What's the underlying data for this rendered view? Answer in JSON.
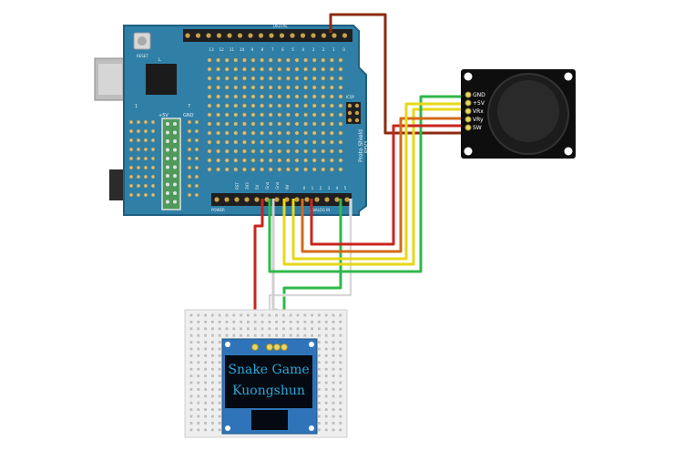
{
  "arduino": {
    "reset_label": "RESET",
    "l_label": "L",
    "tx_label": "1",
    "rx_label": "7",
    "plus5v_label": "+5V",
    "gnd_label": "GND",
    "power_label": "POWER",
    "analog_label": "ANALOG IN",
    "digital_label": "DIGITAL",
    "proto_label": "Proto Shield",
    "rev_label": "REV3",
    "icsp_label": "ICSP",
    "power_pins": [
      "RST",
      "3V3",
      "5V",
      "Gnd",
      "Gnd",
      "9V"
    ],
    "analog_pins": [
      "0",
      "1",
      "2",
      "3",
      "4",
      "5"
    ],
    "digital_pins": [
      "13",
      "12",
      "11",
      "10",
      "9",
      "8",
      "7",
      "6",
      "5",
      "4",
      "3",
      "2",
      "1",
      "0"
    ]
  },
  "joystick": {
    "pins": [
      "GND",
      "+5V",
      "VRx",
      "VRy",
      "SW"
    ]
  },
  "oled": {
    "line1": "Snake Game",
    "line2": "Kuongshun"
  },
  "colors": {
    "board": "#2f7fa6",
    "board_edge": "#1f5f82",
    "wire_red": "#c8261e",
    "wire_darkred": "#8e2a10",
    "wire_orange": "#d46a1a",
    "wire_yellow": "#e6d817",
    "wire_green": "#2fb84a",
    "wire_white": "#f2f2f2",
    "oled_text": "#2aa7d8"
  }
}
